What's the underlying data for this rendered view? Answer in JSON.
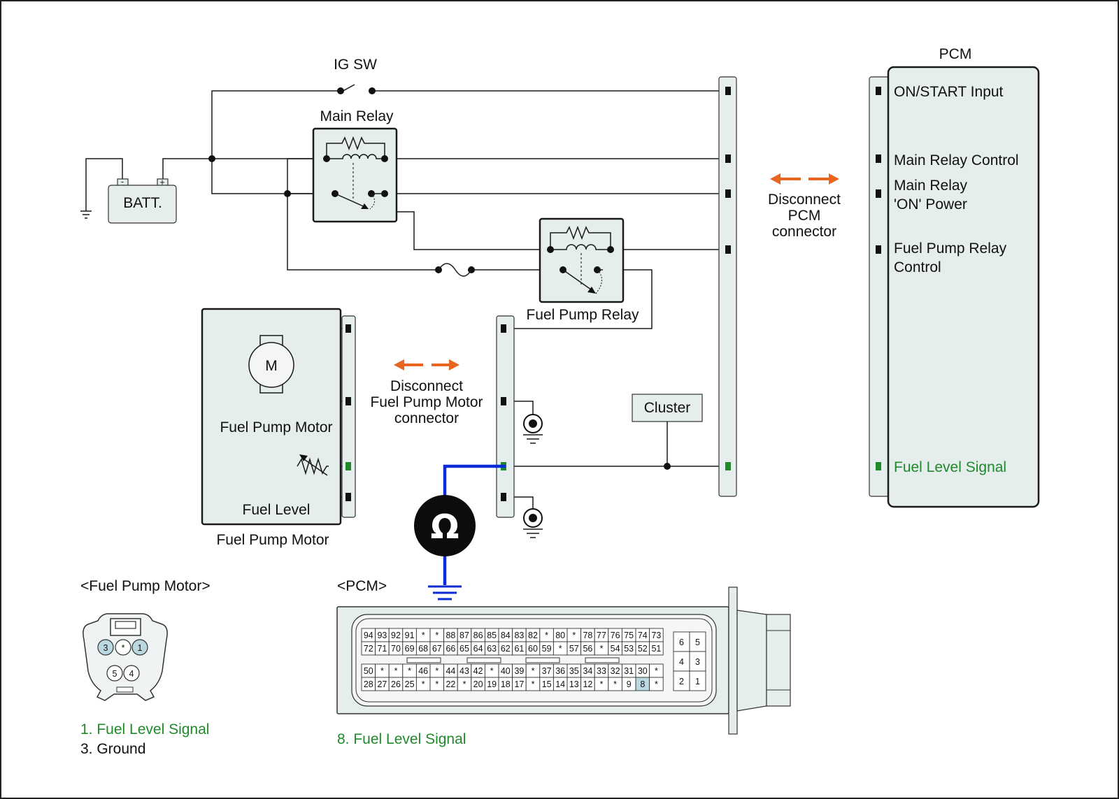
{
  "switch": {
    "label": "IG SW"
  },
  "main_relay": {
    "label": "Main Relay"
  },
  "battery": {
    "label": "BATT.",
    "minus": "-",
    "plus": "+"
  },
  "fuel_pump_relay": {
    "label": "Fuel Pump Relay"
  },
  "cluster": {
    "label": "Cluster"
  },
  "pcm": {
    "title": "PCM",
    "pins": [
      {
        "label": "ON/START Input"
      },
      {
        "label": "Main Relay Control"
      },
      {
        "label_line1": "Main Relay",
        "label_line2": "'ON' Power"
      },
      {
        "label_line1": "Fuel Pump Relay",
        "label_line2": "Control"
      },
      {
        "label": "Fuel Level Signal",
        "color": "#1f8a2a"
      }
    ]
  },
  "disconnect_pcm": {
    "line1": "Disconnect",
    "line2": "PCM",
    "line3": "connector"
  },
  "disconnect_fpm": {
    "line1": "Disconnect",
    "line2": "Fuel Pump Motor",
    "line3": "connector"
  },
  "fuel_pump_module": {
    "motor_symbol": "M",
    "motor_label": "Fuel Pump Motor",
    "level_label": "Fuel Level",
    "caption": "Fuel Pump Motor"
  },
  "ohmmeter": {
    "symbol": "Ω"
  },
  "connector_fpm": {
    "title": "<Fuel Pump Motor>",
    "pins_top": [
      "3",
      "*",
      "1"
    ],
    "pins_bottom": [
      "5",
      "4"
    ],
    "legend": [
      {
        "text": "1. Fuel Level Signal",
        "color": "#1f8a2a"
      },
      {
        "text": "3. Ground",
        "color": "#111111"
      }
    ]
  },
  "connector_pcm": {
    "title": "<PCM>",
    "row1": [
      "94",
      "93",
      "92",
      "91",
      "*",
      "*",
      "88",
      "87",
      "86",
      "85",
      "84",
      "83",
      "82",
      "*",
      "80",
      "*",
      "78",
      "77",
      "76",
      "75",
      "74",
      "73"
    ],
    "row2": [
      "72",
      "71",
      "70",
      "69",
      "68",
      "67",
      "66",
      "65",
      "64",
      "63",
      "62",
      "61",
      "60",
      "59",
      "*",
      "57",
      "56",
      "*",
      "54",
      "53",
      "52",
      "51"
    ],
    "row3": [
      "50",
      "*",
      "*",
      "*",
      "46",
      "*",
      "44",
      "43",
      "42",
      "*",
      "40",
      "39",
      "*",
      "37",
      "36",
      "35",
      "34",
      "33",
      "32",
      "31",
      "30",
      "*"
    ],
    "row4": [
      "28",
      "27",
      "26",
      "25",
      "*",
      "*",
      "22",
      "*",
      "20",
      "19",
      "18",
      "17",
      "*",
      "15",
      "14",
      "13",
      "12",
      "*",
      "*",
      "9",
      "8",
      "*"
    ],
    "small_grid": [
      [
        "6",
        "5"
      ],
      [
        "4",
        "3"
      ],
      [
        "2",
        "1"
      ]
    ],
    "highlight": "8",
    "legend": {
      "text": "8. Fuel Level Signal",
      "color": "#1f8a2a"
    }
  },
  "colors": {
    "accent_green": "#1f8a2a",
    "arrow_orange": "#e8661f",
    "probe_blue": "#0a2bd6",
    "pin_highlight": "#b9d8df"
  }
}
